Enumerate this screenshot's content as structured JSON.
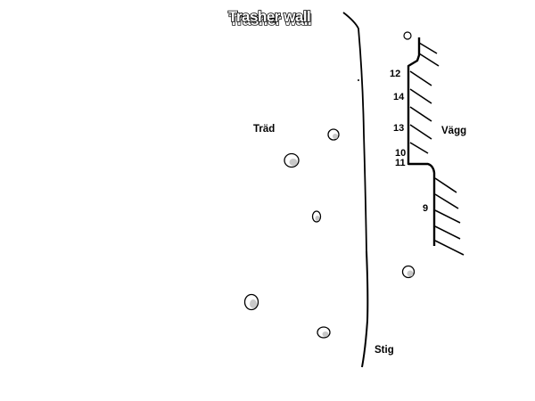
{
  "map": {
    "title": "Trasher wall",
    "labels": {
      "trad": "Träd",
      "vagg": "Vägg",
      "stig": "Stig"
    },
    "route_numbers": [
      "12",
      "14",
      "13",
      "10",
      "11",
      "9"
    ]
  }
}
